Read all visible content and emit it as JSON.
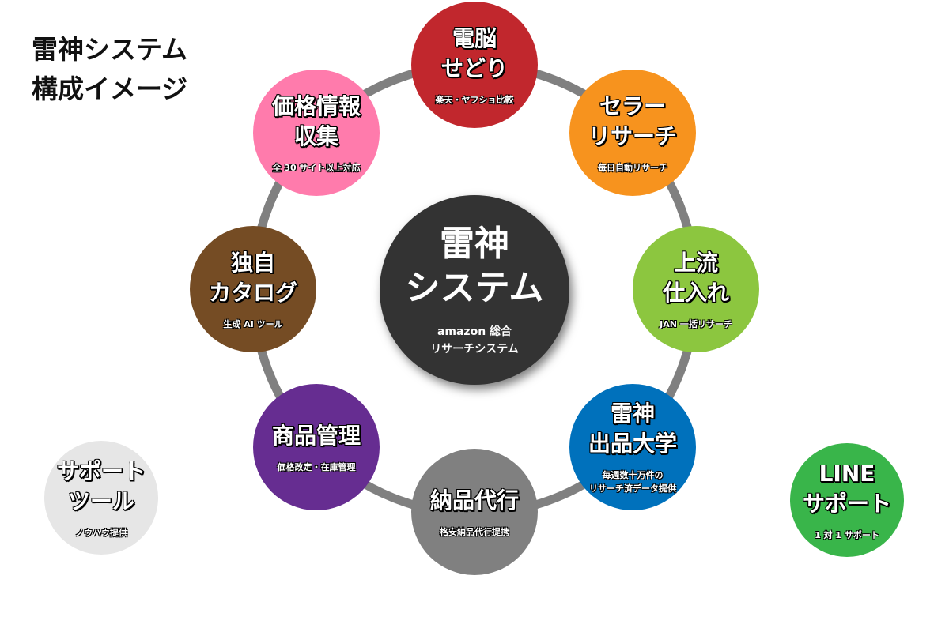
{
  "title": [
    "雷神システム",
    "構成イメージ"
  ],
  "center": {
    "main": [
      "雷神",
      "システム"
    ],
    "sub": [
      "amazon 総合",
      "リサーチシステム"
    ],
    "color": "#333333"
  },
  "nodes": [
    {
      "main": [
        "電脳",
        "せどり"
      ],
      "sub": [
        "楽天・ヤフショ比較"
      ],
      "color": "#c1272d"
    },
    {
      "main": [
        "セラー",
        "リサーチ"
      ],
      "sub": [
        "毎日自動リサーチ"
      ],
      "color": "#f7931e"
    },
    {
      "main": [
        "上流",
        "仕入れ"
      ],
      "sub": [
        "JAN 一括リサーチ"
      ],
      "color": "#8cc63f"
    },
    {
      "main": [
        "雷神",
        "出品大学"
      ],
      "sub": [
        "毎週数十万件の",
        "リサーチ済データ提供"
      ],
      "color": "#0071bc"
    },
    {
      "main": [
        "納品代行"
      ],
      "sub": [
        "格安納品代行提携"
      ],
      "color": "#808080"
    },
    {
      "main": [
        "商品管理"
      ],
      "sub": [
        "価格改定・在庫管理"
      ],
      "color": "#662d91"
    },
    {
      "main": [
        "独自",
        "カタログ"
      ],
      "sub": [
        "生成 AI ツール"
      ],
      "color": "#754c24"
    },
    {
      "main": [
        "価格情報",
        "収集"
      ],
      "sub": [
        "全 30 サイト以上対応"
      ],
      "color": "#ff7bac"
    }
  ],
  "extras": [
    {
      "main": [
        "サポート",
        "ツール"
      ],
      "sub": [
        "ノウハウ提供"
      ],
      "color": "#e6e6e6"
    },
    {
      "main": [
        "LINE",
        "サポート"
      ],
      "sub": [
        "1 対 1 サポート"
      ],
      "color": "#39b54a"
    }
  ],
  "ring_color": "#808080"
}
